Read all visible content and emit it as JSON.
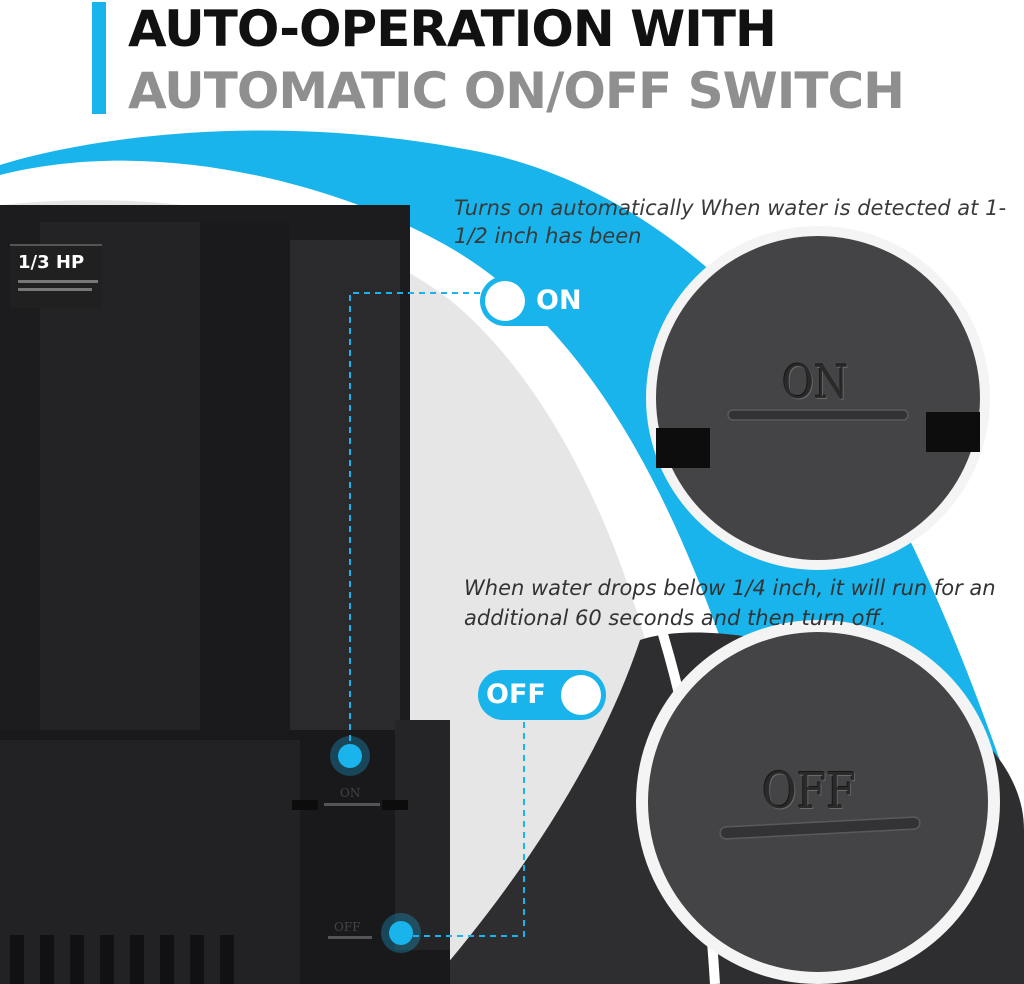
{
  "header": {
    "title_line1": "AUTO-OPERATION WITH",
    "title_line2": "AUTOMATIC ON/OFF SWITCH",
    "accent_color": "#19b4ec"
  },
  "on_state": {
    "description": "Turns on automatically When water is detected at 1-1/2 inch has been",
    "pill_label": "ON",
    "zoom_label": "ON",
    "pump_marking": "ON"
  },
  "off_state": {
    "description": "When water drops below 1/4 inch, it will run for an additional 60 seconds and then turn off.",
    "pill_label": "OFF",
    "zoom_label": "OFF",
    "pump_marking": "OFF"
  },
  "pump": {
    "power_label": "1/3 HP"
  },
  "colors": {
    "blue": "#19b4ec",
    "pump_body": "#1e1e20",
    "zoom_surface": "#444446"
  }
}
